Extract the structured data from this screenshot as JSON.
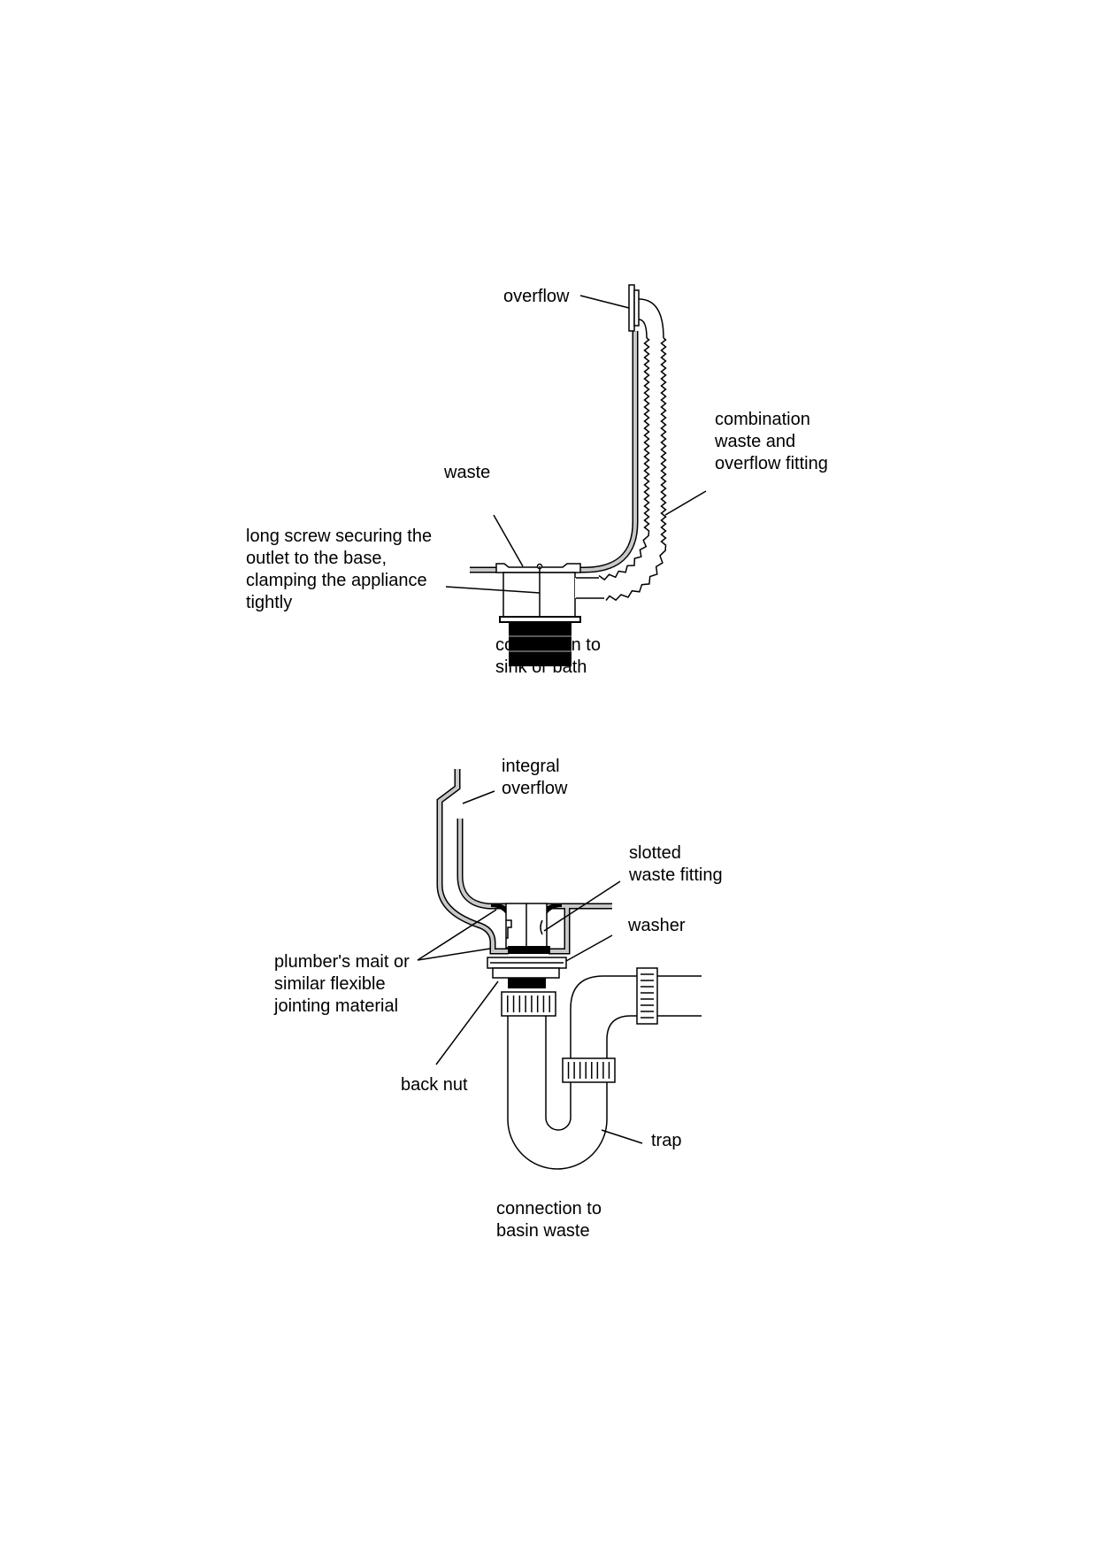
{
  "diagram_top": {
    "labels": {
      "overflow": "overflow",
      "combination": [
        "combination",
        "waste and",
        "overflow fitting"
      ],
      "waste": "waste",
      "long_screw": [
        "long screw securing the",
        "outlet to the base,",
        "clamping the appliance",
        "tightly"
      ],
      "connection": [
        "connection to",
        "sink or bath"
      ]
    }
  },
  "diagram_bottom": {
    "labels": {
      "integral_overflow": [
        "integral",
        "overflow"
      ],
      "slotted": [
        "slotted",
        "waste fitting"
      ],
      "washer": "washer",
      "plumbers": [
        "plumber's mait or",
        "similar flexible",
        "jointing material"
      ],
      "back_nut": "back nut",
      "trap": "trap",
      "connection": [
        "connection to",
        "basin waste"
      ]
    }
  }
}
